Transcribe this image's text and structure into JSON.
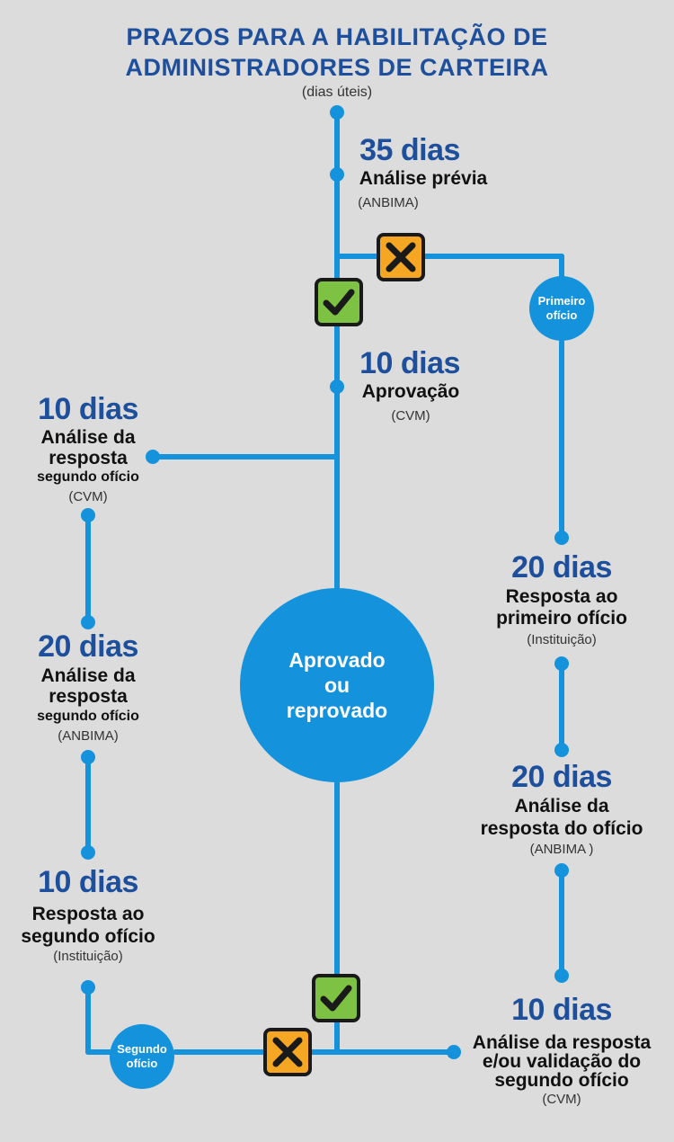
{
  "header": {
    "title_line1": "PRAZOS PARA A HABILITAÇÃO  DE",
    "title_line2": "ADMINISTRADORES DE CARTEIRA",
    "subtitle": "(dias úteis)"
  },
  "colors": {
    "line": "#1493dc",
    "circle": "#1493dc",
    "title": "#1d4f9c",
    "check_box": "#7dc242",
    "cross_box": "#f5a623",
    "background": "#dcdcdc"
  },
  "steps": {
    "analise_previa": {
      "days": "35 dias",
      "label": "Análise prévia",
      "org": "(ANBIMA)"
    },
    "aprovacao": {
      "days": "10 dias",
      "label": "Aprovação",
      "org": "(CVM)"
    },
    "analise_resposta_segundo_cvm": {
      "days": "10 dias",
      "label1": "Análise da",
      "label2": "resposta",
      "label3": "segundo ofício",
      "org": "(CVM)"
    },
    "analise_resposta_segundo_anbima": {
      "days": "20 dias",
      "label1": "Análise da",
      "label2": "resposta",
      "label3": "segundo ofício",
      "org": "(ANBIMA)"
    },
    "resposta_segundo_oficio": {
      "days": "10 dias",
      "label1": "Resposta ao",
      "label2": "segundo ofício",
      "org": "(Instituição)"
    },
    "resposta_primeiro_oficio": {
      "days": "20 dias",
      "label1": "Resposta ao",
      "label2": "primeiro ofício",
      "org": "(Instituição)"
    },
    "analise_resposta_oficio": {
      "days": "20 dias",
      "label1": "Análise da",
      "label2": "resposta do ofício",
      "org": "(ANBIMA )"
    },
    "analise_validacao_segundo": {
      "days": "10 dias",
      "label1": "Análise da resposta",
      "label2": "e/ou validação do",
      "label3": "segundo ofício",
      "org": "(CVM)"
    }
  },
  "nodes": {
    "primeiro_oficio": {
      "line1": "Primeiro",
      "line2": "ofício"
    },
    "segundo_oficio": {
      "line1": "Segundo",
      "line2": "ofício"
    },
    "resultado": {
      "line1": "Aprovado",
      "line2": "ou",
      "line3": "reprovado"
    }
  }
}
